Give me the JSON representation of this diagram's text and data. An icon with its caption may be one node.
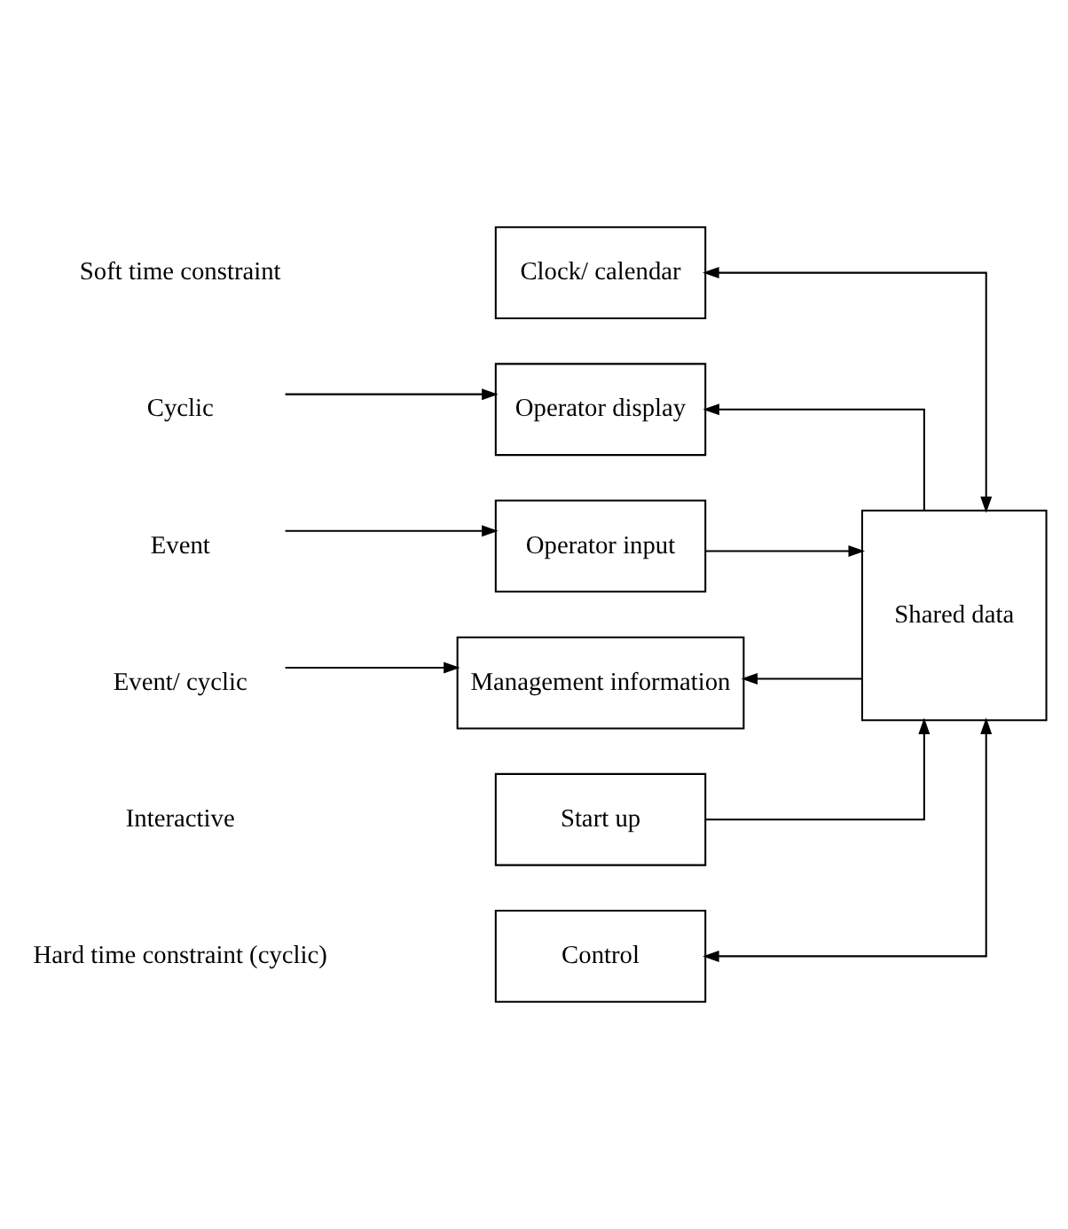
{
  "diagram": {
    "nodes": [
      {
        "text": [
          "Control"
        ]
      },
      {
        "text": [
          "Clock/ calendar"
        ]
      },
      {
        "text": [
          "Operator display"
        ]
      },
      {
        "text": [
          "Cyclic"
        ]
      },
      {
        "text": [
          "Shared data"
        ]
      },
      {
        "text": [
          "Event"
        ]
      },
      {
        "text": [
          "Operator input"
        ]
      },
      {
        "text": [
          "Event/ cyclic"
        ]
      },
      {
        "text": [
          "Management information"
        ]
      },
      {
        "text": [
          "Start up"
        ]
      }
    ],
    "edges": [
      {
        "from": 4,
        "to": 0,
        "arrow": "both"
      },
      {
        "from": 4,
        "to": 1,
        "arrow": "both"
      },
      {
        "from": 4,
        "to": 2,
        "arrow": "to"
      },
      {
        "from": 3,
        "to": 2,
        "arrow": "to"
      },
      {
        "from": 5,
        "to": 6,
        "arrow": "to"
      },
      {
        "from": 6,
        "to": 4,
        "arrow": "to"
      },
      {
        "from": 4,
        "to": 8,
        "arrow": "to"
      },
      {
        "from": 7,
        "to": 8,
        "arrow": "to"
      },
      {
        "from": 9,
        "to": 4,
        "arrow": "to"
      }
    ],
    "labels": [
      "Hard time constraint (cyclic)",
      "Soft time constraint",
      "Interactive"
    ]
  }
}
